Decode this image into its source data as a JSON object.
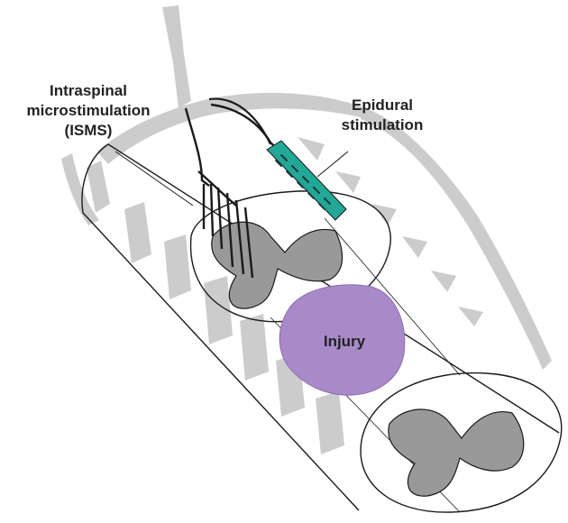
{
  "labels": {
    "isms_line1": "Intraspinal",
    "isms_line2": "microstimulation",
    "isms_line3": "(ISMS)",
    "epidural_line1": "Epidural",
    "epidural_line2": "stimulation",
    "injury": "Injury"
  },
  "colors": {
    "background": "#ffffff",
    "outline": "#1a1a1a",
    "vertebra": "#cccccc",
    "grey_matter": "#999999",
    "injury": "#a98ac9",
    "electrode": "#23a797",
    "electrode_stripe": "#1a3b38"
  },
  "icons": {
    "isms_electrodes": "needle-electrode-array-icon",
    "epidural_electrode": "paddle-electrode-icon"
  }
}
